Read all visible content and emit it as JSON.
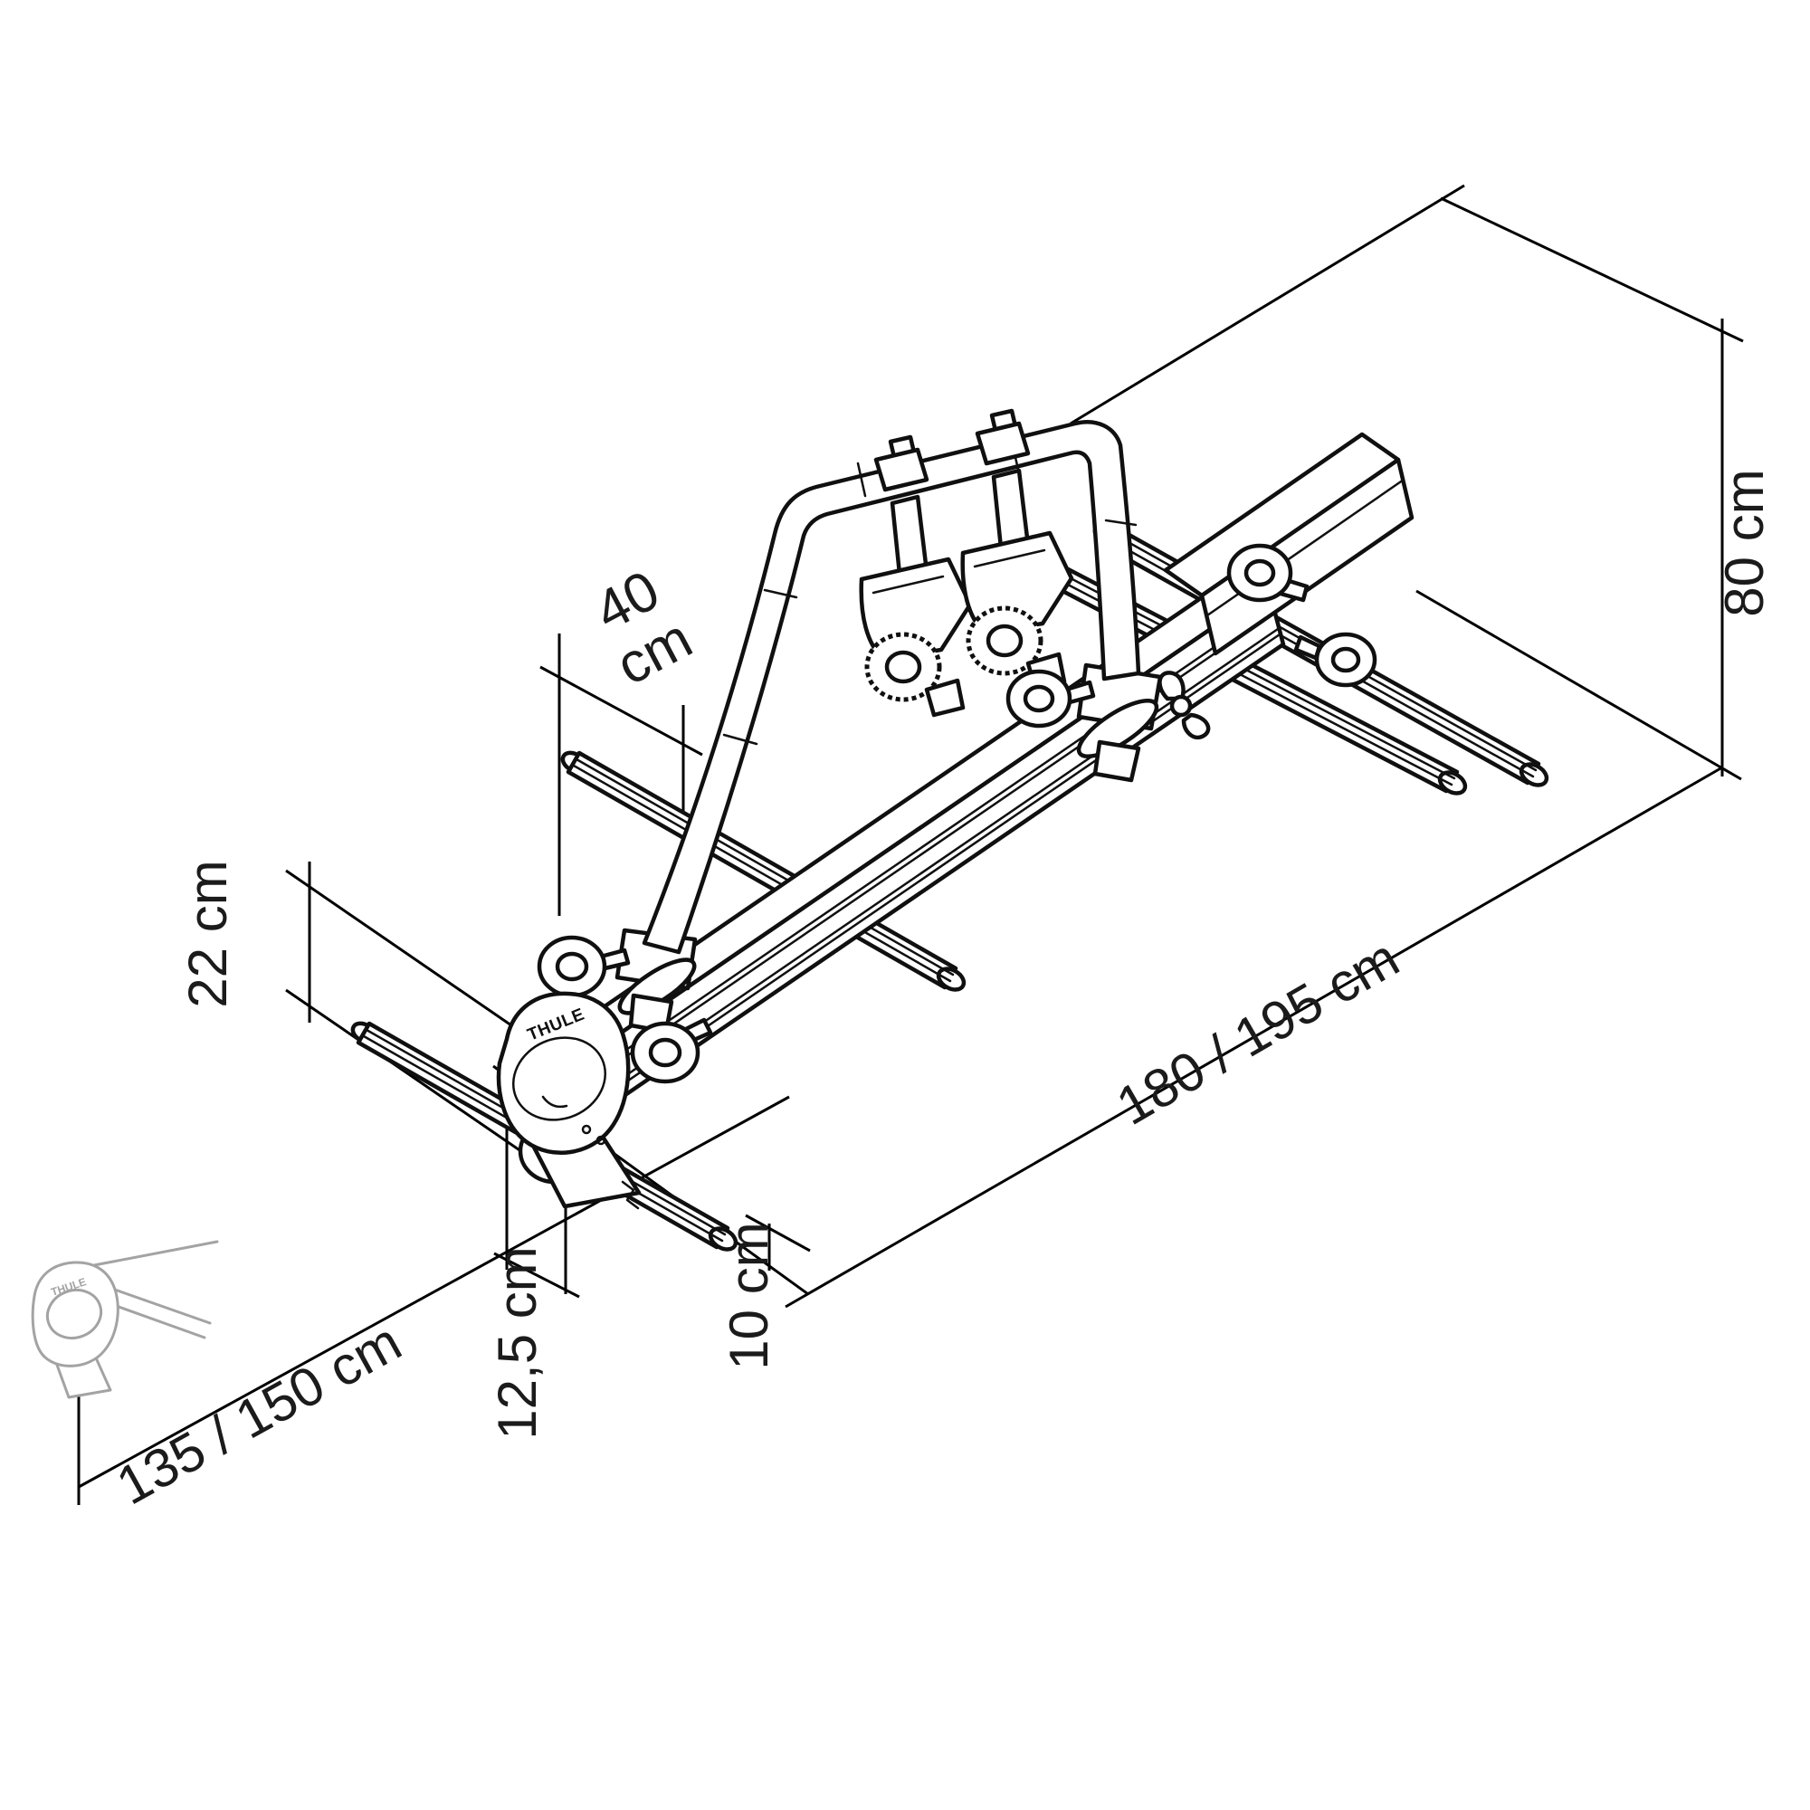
{
  "diagram": {
    "type": "technical-dimension-drawing",
    "subject": "roof-mounted bike carrier with load bars inside reference box"
  },
  "brand": {
    "name": "THULE"
  },
  "colors": {
    "background": "#ffffff",
    "line": "#000000",
    "drawing": "#101010",
    "ghost_gray": "#a3a3a3",
    "text": "#1b1b1b"
  },
  "dimensions": {
    "clamp_spacing": {
      "value": "40",
      "unit": "cm",
      "label": "40 cm"
    },
    "height": {
      "label": "80 cm"
    },
    "rail_height": {
      "label": "22 cm"
    },
    "length": {
      "label": "180 / 195 cm"
    },
    "width": {
      "label": "135 / 150 cm"
    },
    "holder_offset": {
      "label": "12,5 cm"
    },
    "edge_clearance": {
      "label": "10 cm"
    }
  }
}
